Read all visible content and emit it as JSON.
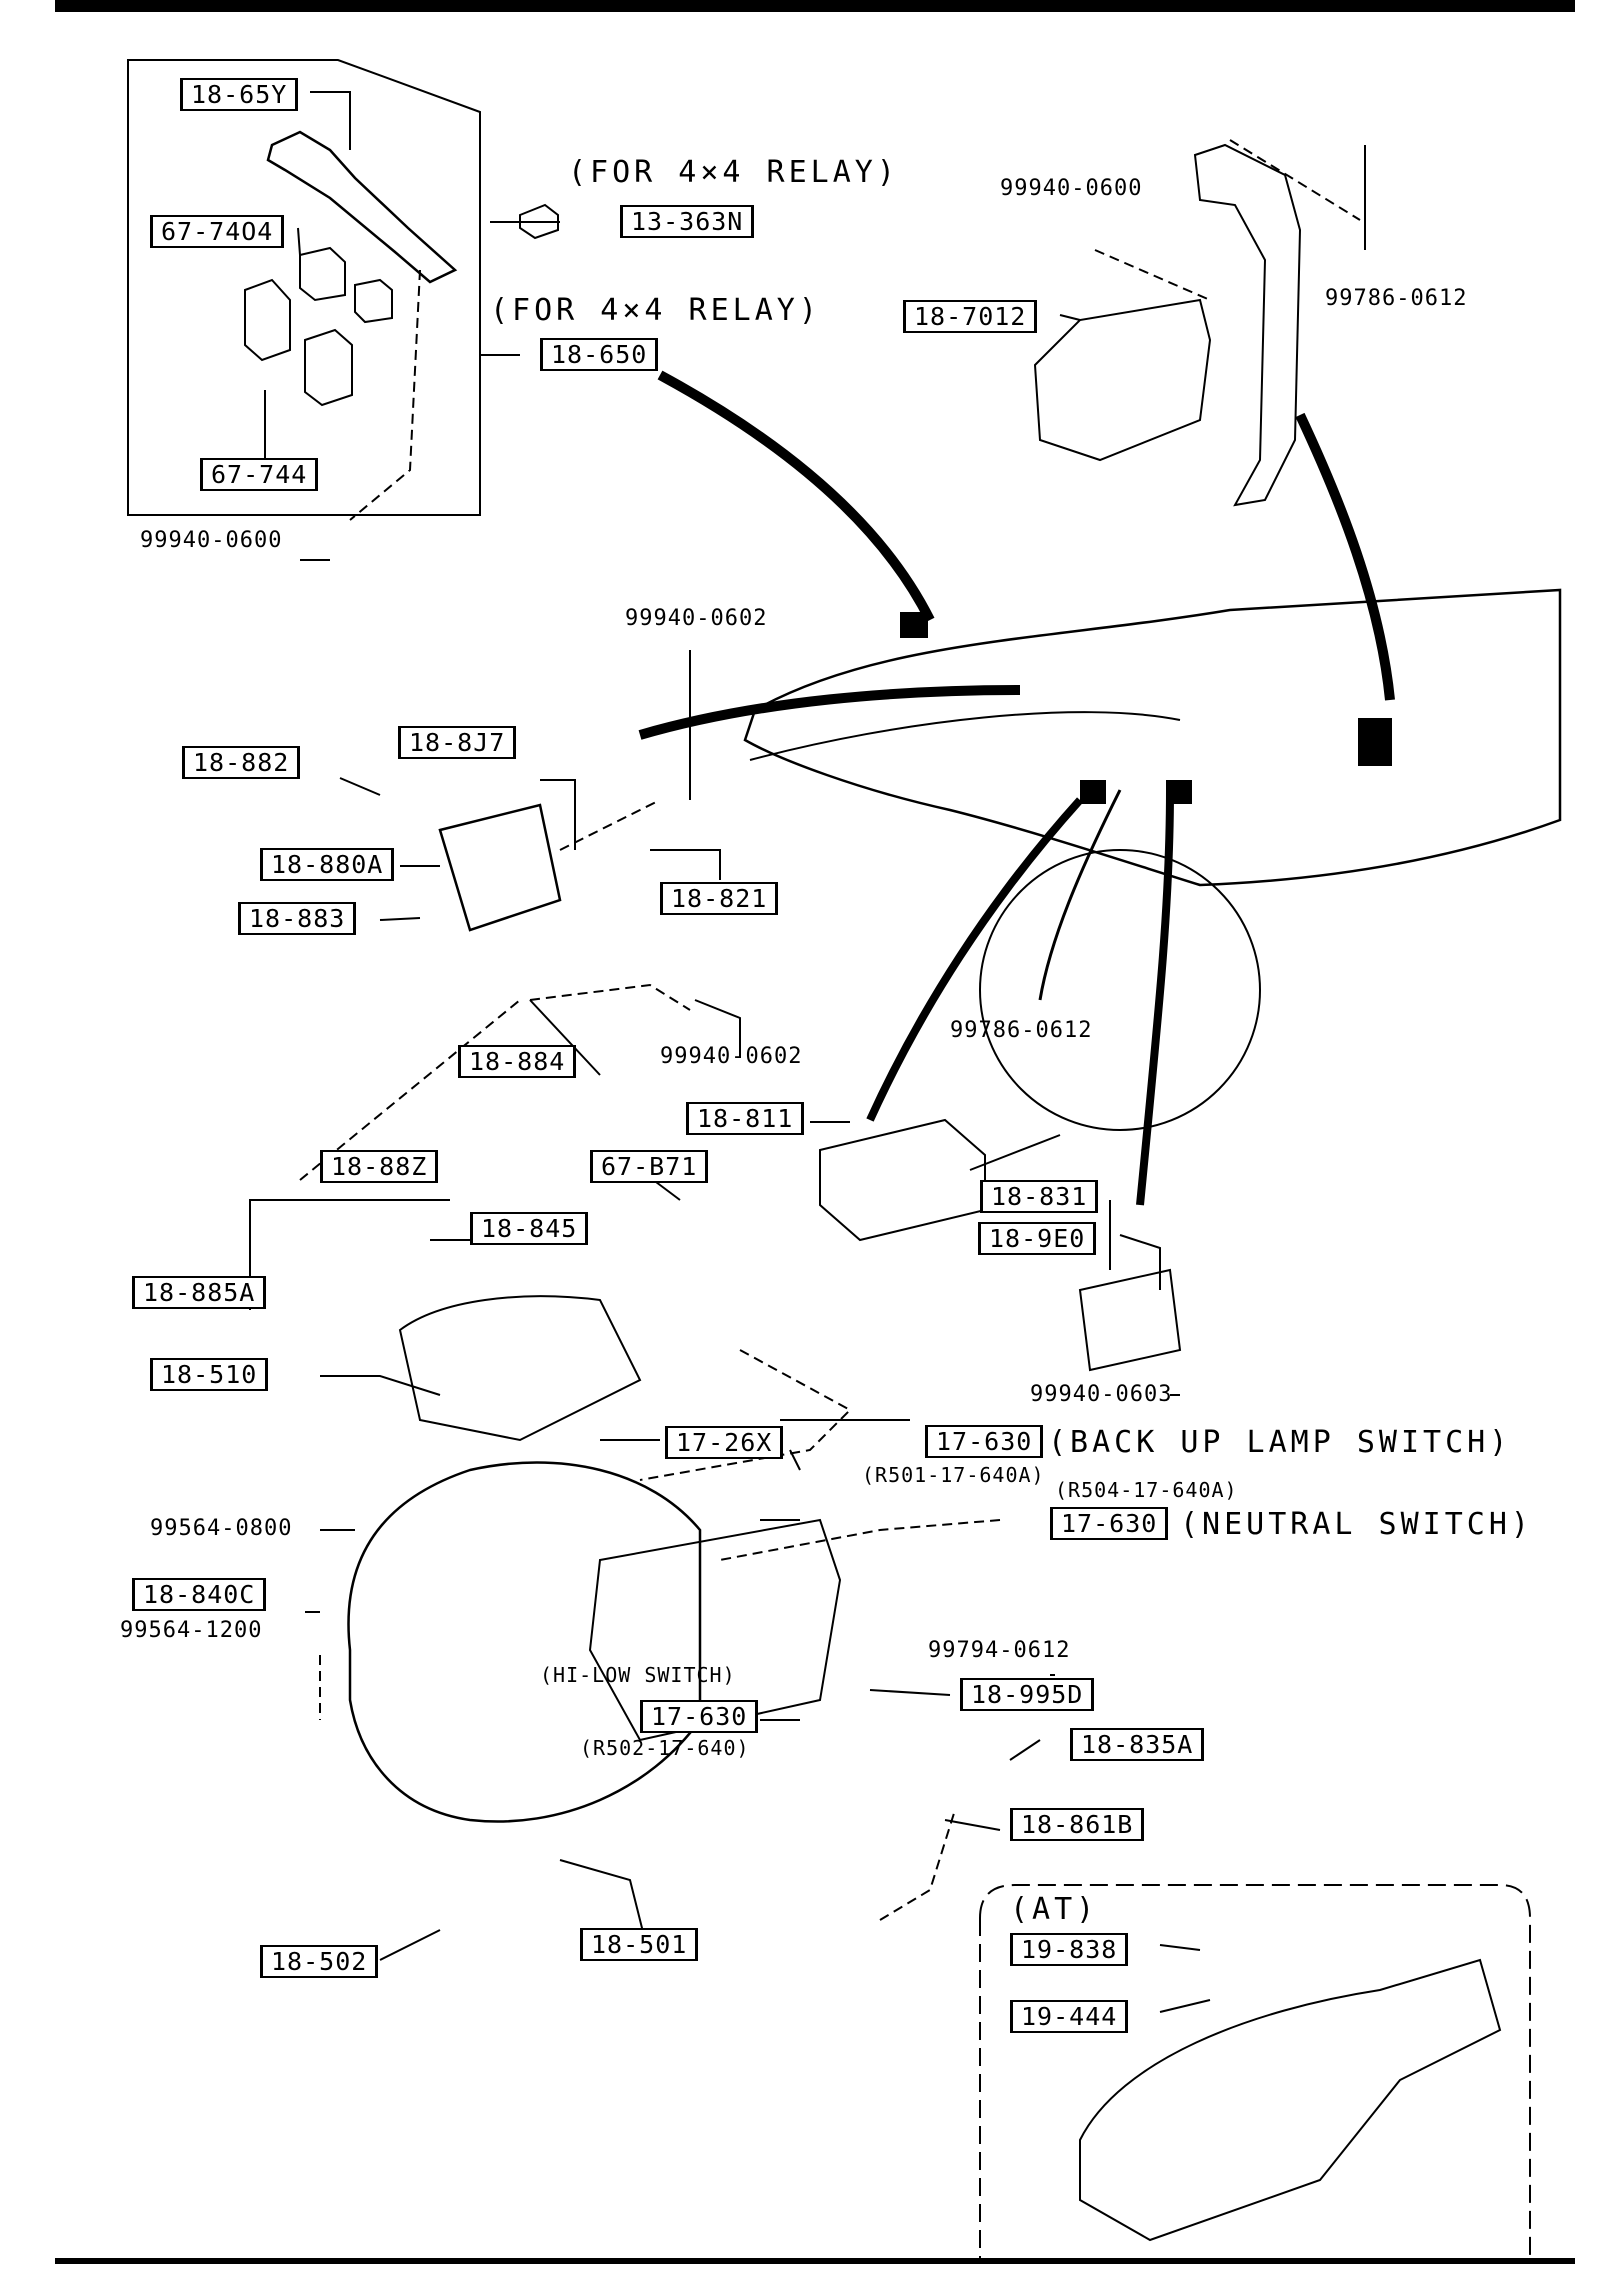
{
  "parts": {
    "p18_65y": "18-65Y",
    "p67_7404": "67-74O4",
    "p13_363n": "13-363N",
    "p18_650": "18-650",
    "p67_744": "67-744",
    "p18_7012": "18-7012",
    "p18_8j7": "18-8J7",
    "p18_882": "18-882",
    "p18_880a": "18-880A",
    "p18_883": "18-883",
    "p18_821": "18-821",
    "p18_884": "18-884",
    "p18_88z": "18-88Z",
    "p18_885a": "18-885A",
    "p18_811": "18-811",
    "p67_b71": "67-B71",
    "p18_831": "18-831",
    "p18_9e0": "18-9E0",
    "p18_845": "18-845",
    "p18_510": "18-510",
    "p17_26x": "17-26X",
    "p17_630_a": "17-630",
    "p17_630_b": "17-630",
    "p17_630_c": "17-630",
    "p18_840c": "18-840C",
    "p18_995d": "18-995D",
    "p18_835a": "18-835A",
    "p18_861b": "18-861B",
    "p18_502": "18-502",
    "p18_501": "18-501",
    "p19_838": "19-838",
    "p19_444": "19-444"
  },
  "fasteners": {
    "f_99940_0600_a": "99940-0600",
    "f_99940_0600_b": "99940-0600",
    "f_99786_0612_a": "99786-0612",
    "f_99940_0602_a": "99940-0602",
    "f_99940_0602_b": "99940-0602",
    "f_99786_0612_b": "99786-0612",
    "f_99940_0603": "99940-0603",
    "f_99564_0800": "99564-0800",
    "f_99564_1200": "99564-1200",
    "f_99794_0612": "99794-0612"
  },
  "notes": {
    "for_4x4_relay_1": "(FOR 4×4 RELAY)",
    "for_4x4_relay_2": "(FOR 4×4 RELAY)",
    "back_up_lamp": "(BACK UP LAMP SWITCH)",
    "neutral_switch": "(NEUTRAL SWITCH)",
    "r501": "(R501-17-640A)",
    "r504": "(R504-17-640A)",
    "hi_low": "(HI-LOW SWITCH)",
    "r502": "(R502-17-640)",
    "at": "(AT)"
  }
}
